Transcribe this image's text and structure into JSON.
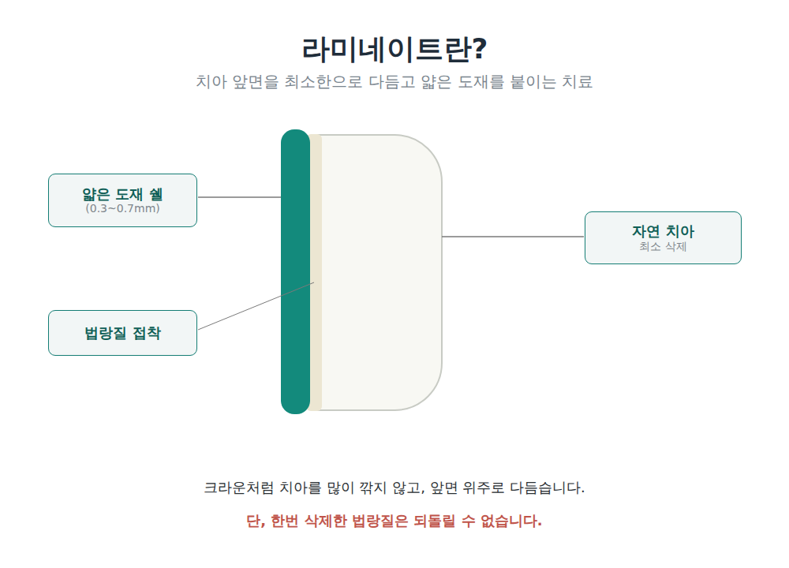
{
  "diagram": {
    "title": "라미네이트란?",
    "nodes": [
      {
        "text": [
          "얇은 도재 쉘",
          "(0.3~0.7mm)"
        ]
      },
      {
        "text": [
          "법랑질 접착"
        ]
      },
      {
        "text": [
          "자연 치아",
          "최소 삭제"
        ]
      }
    ],
    "labels": [
      "치아 앞면을 최소한으로 다듬고 얇은 도재를 붙이는 치료",
      "크라운처럼 치아를 많이 깎지 않고, 앞면 위주로 다듬습니다.",
      "단, 한번 삭제한 법랑질은 되돌릴 수 없습니다."
    ]
  }
}
